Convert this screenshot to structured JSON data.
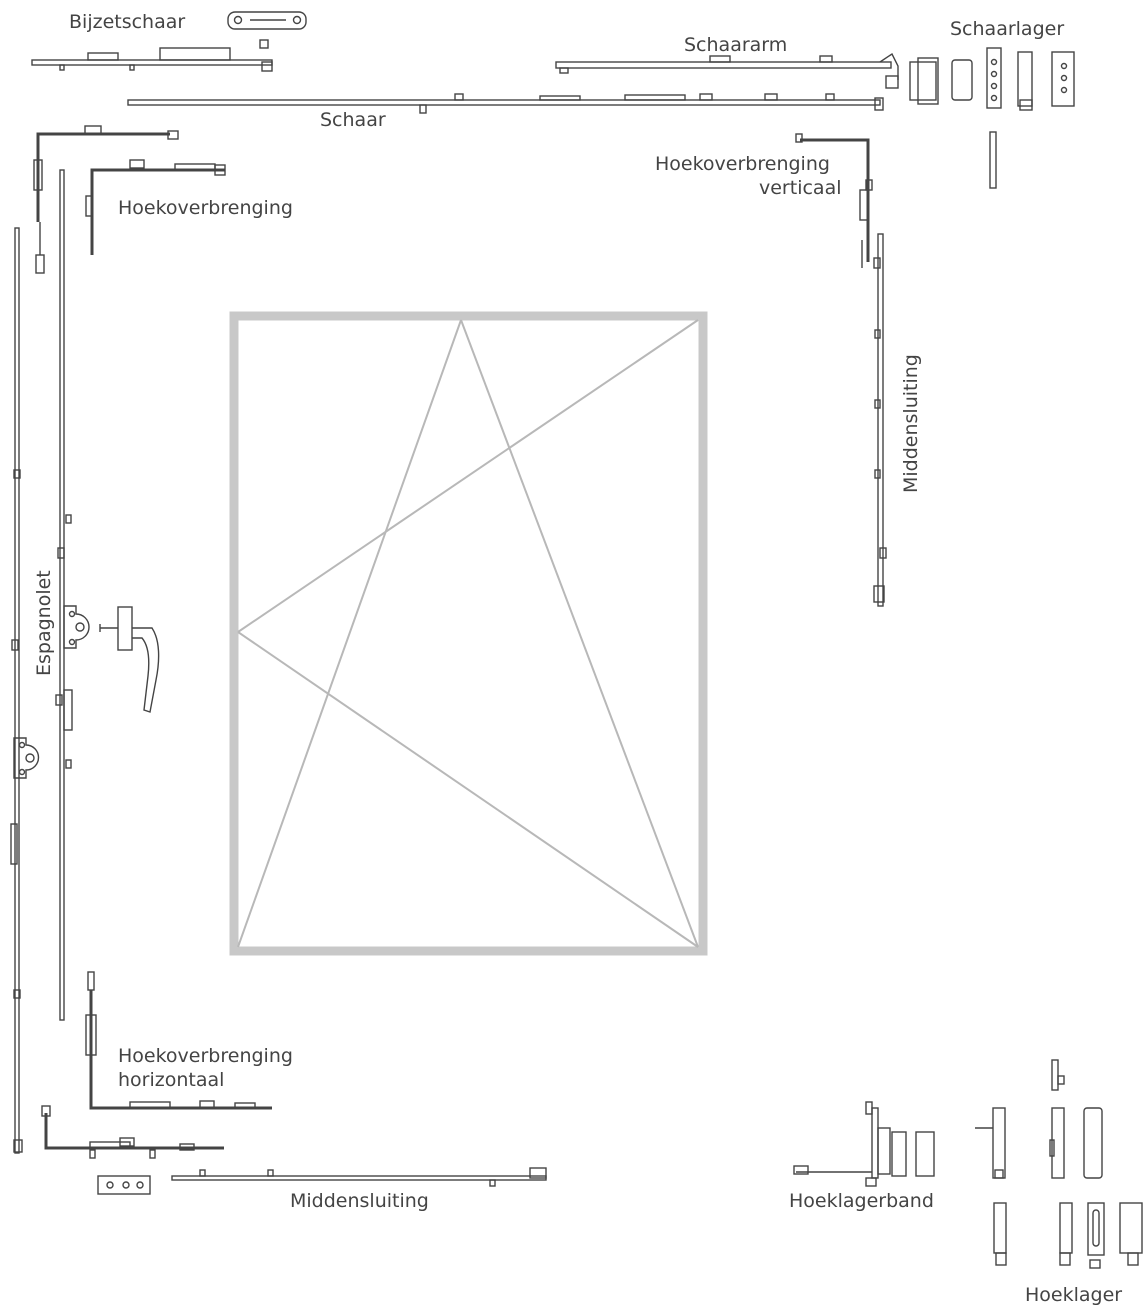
{
  "colors": {
    "frame": "#c8c8c8",
    "diagonal": "#b8b8b8",
    "hardware_stroke": "#444444",
    "label_text": "#444444"
  },
  "labels": {
    "bijzetschaar": "Bijzetschaar",
    "schaararm": "Schaararm",
    "schaarlager": "Schaarlager",
    "schaar": "Schaar",
    "hoekoverbrenging_vert_line1": "Hoekoverbrenging",
    "hoekoverbrenging_vert_line2": "verticaal",
    "hoekoverbrenging": "Hoekoverbrenging",
    "middensluiting_right": "Middensluiting",
    "espagnolet": "Espagnolet",
    "hoekoverbrenging_hor_line1": "Hoekoverbrenging",
    "hoekoverbrenging_hor_line2": "horizontaal",
    "middensluiting_bottom": "Middensluiting",
    "hoeklagerband": "Hoeklagerband",
    "hoeklager": "Hoeklager"
  }
}
